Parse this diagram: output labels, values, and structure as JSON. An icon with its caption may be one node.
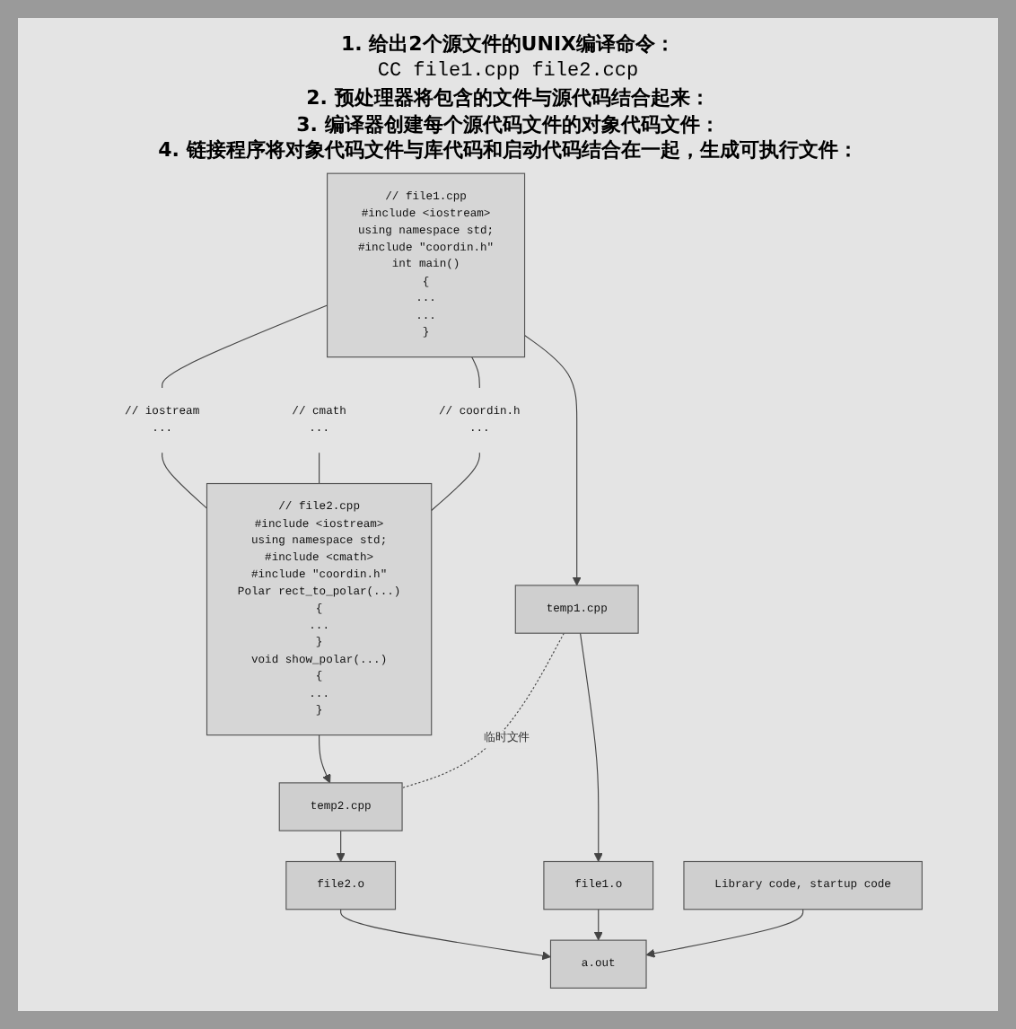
{
  "diagram": {
    "nodes": [
      {
        "text": [
          "// file1.cpp",
          "#include <iostream>",
          "using namespace std;",
          "#include \"coordin.h\"",
          "int main()",
          "{",
          "...",
          "...",
          "}"
        ]
      },
      {
        "text": [
          "// iostream",
          "..."
        ]
      },
      {
        "text": [
          "// cmath",
          "..."
        ]
      },
      {
        "text": [
          "// coordin.h",
          "..."
        ]
      },
      {
        "text": [
          "// file2.cpp",
          "#include <iostream>",
          "using namespace std;",
          "#include <cmath>",
          "#include \"coordin.h\"",
          "Polar rect_to_polar(...)",
          "{",
          "...",
          "}",
          "void show_polar(...)",
          "{",
          "...",
          "}"
        ]
      },
      {
        "text": [
          "temp1.cpp"
        ]
      },
      {
        "text": [
          "temp2.cpp"
        ]
      },
      {
        "text": [
          "file1.o"
        ]
      },
      {
        "text": [
          "file2.o"
        ]
      },
      {
        "text": [
          "Library code, startup code"
        ]
      },
      {
        "text": [
          "a.out"
        ]
      }
    ],
    "edges": [
      {
        "from": 0,
        "to": 1,
        "arrow": "none"
      },
      {
        "from": 0,
        "to": 3,
        "arrow": "none"
      },
      {
        "from": 1,
        "to": 4,
        "arrow": "none"
      },
      {
        "from": 2,
        "to": 4,
        "arrow": "none"
      },
      {
        "from": 3,
        "to": 4,
        "arrow": "none"
      },
      {
        "from": 0,
        "to": 5,
        "arrow": "to"
      },
      {
        "from": 4,
        "to": 6,
        "arrow": "to"
      },
      {
        "from": 5,
        "to": 6,
        "arrow": "none",
        "style": "dashed",
        "label": "临时文件"
      },
      {
        "from": 5,
        "to": 7,
        "arrow": "to"
      },
      {
        "from": 6,
        "to": 8,
        "arrow": "to"
      },
      {
        "from": 7,
        "to": 10,
        "arrow": "to"
      },
      {
        "from": 9,
        "to": 10,
        "arrow": "to"
      },
      {
        "from": 8,
        "to": 10,
        "arrow": "to"
      }
    ],
    "labels": [
      "1. 给出2个源文件的UNIX编译命令：",
      "CC file1.cpp file2.ccp",
      "2. 预处理器将包含的文件与源代码结合起来：",
      "3. 编译器创建每个源代码文件的对象代码文件：",
      "4. 链接程序将对象代码文件与库代码和启动代码结合在一起，生成可执行文件："
    ]
  }
}
